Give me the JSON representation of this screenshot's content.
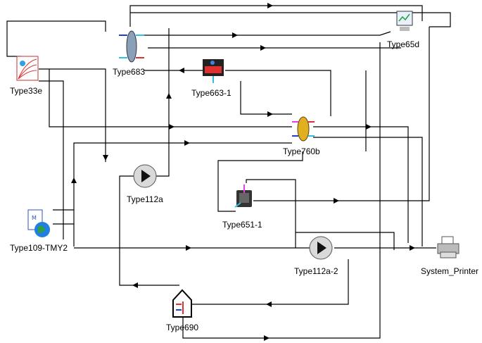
{
  "components": {
    "type33e": {
      "label": "Type33e",
      "icon": "psychrometrics-icon"
    },
    "type683": {
      "label": "Type683",
      "icon": "heat-exchanger-icon"
    },
    "type663": {
      "label": "Type663-1",
      "icon": "mixing-valve-icon"
    },
    "type65d": {
      "label": "Type65d",
      "icon": "online-plotter-icon"
    },
    "type760b": {
      "label": "Type760b",
      "icon": "heat-recovery-wheel-icon"
    },
    "type112a": {
      "label": "Type112a",
      "icon": "pump-icon"
    },
    "type651": {
      "label": "Type651-1",
      "icon": "humidifier-icon"
    },
    "type109": {
      "label": "Type109-TMY2",
      "icon": "weather-data-icon"
    },
    "type112a2": {
      "label": "Type112a-2",
      "icon": "pump-icon"
    },
    "printer": {
      "label": "System_Printer",
      "icon": "printer-icon"
    },
    "type690": {
      "label": "Type690",
      "icon": "building-zone-icon"
    }
  },
  "colors": {
    "wire": "#000000",
    "pump": "#d9d9d9",
    "heating": "#e03030",
    "cooling": "#30a0e0",
    "supply": "#2040d0",
    "accent": "#e040e0"
  }
}
